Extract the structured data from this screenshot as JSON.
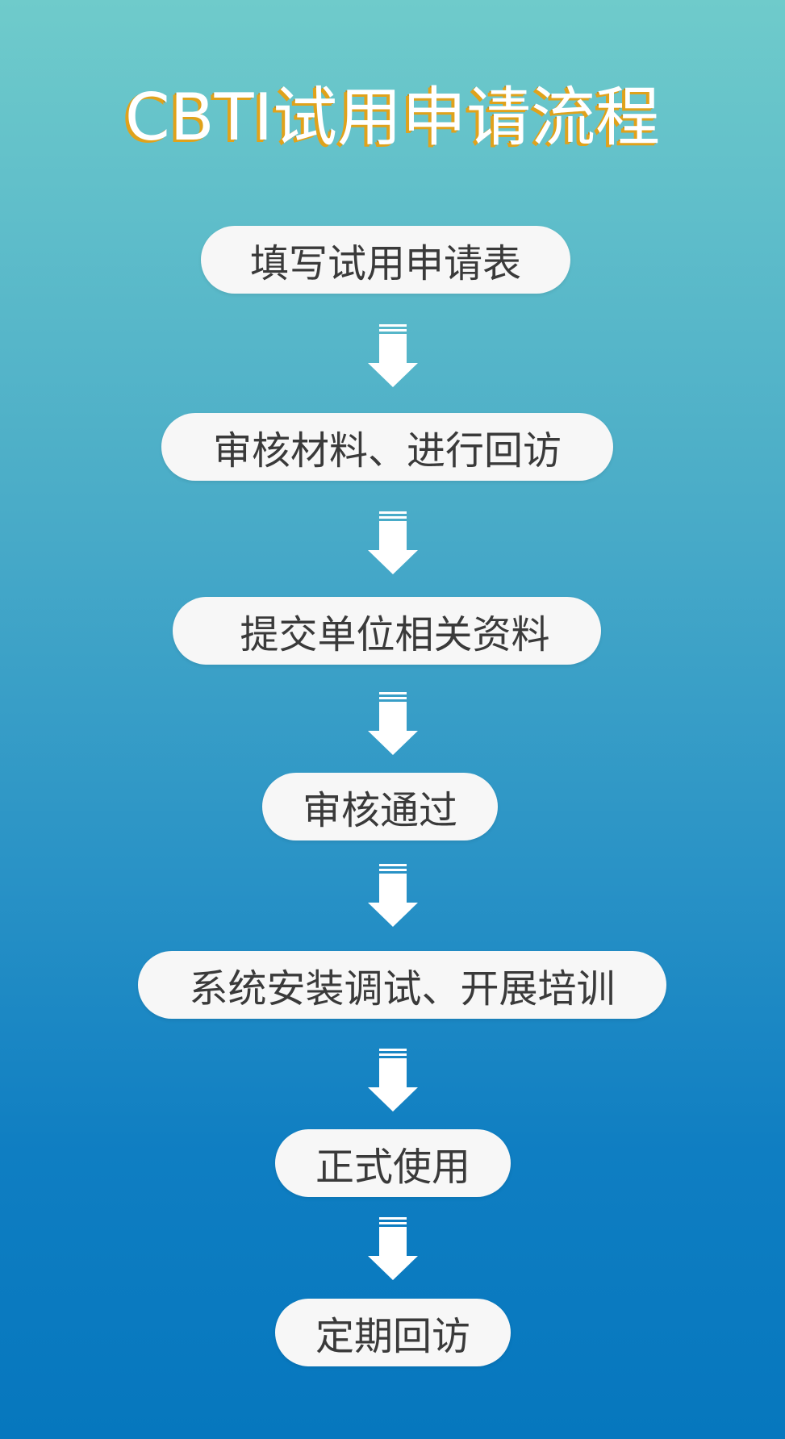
{
  "title": "CBTI试用申请流程",
  "steps": [
    {
      "label": "填写试用申请表"
    },
    {
      "label": "审核材料、进行回访"
    },
    {
      "label": "提交单位相关资料"
    },
    {
      "label": "审核通过"
    },
    {
      "label": "系统安装调试、开展培训"
    },
    {
      "label": "正式使用"
    },
    {
      "label": "定期回访"
    }
  ],
  "colors": {
    "background_top": "#6fcbcb",
    "background_bottom": "#0677be",
    "title_text": "#ffffff",
    "title_shadow": "#e0a21b",
    "pill_fill": "#f7f7f7",
    "pill_text": "#3a3a3a",
    "arrow_fill": "#ffffff"
  }
}
